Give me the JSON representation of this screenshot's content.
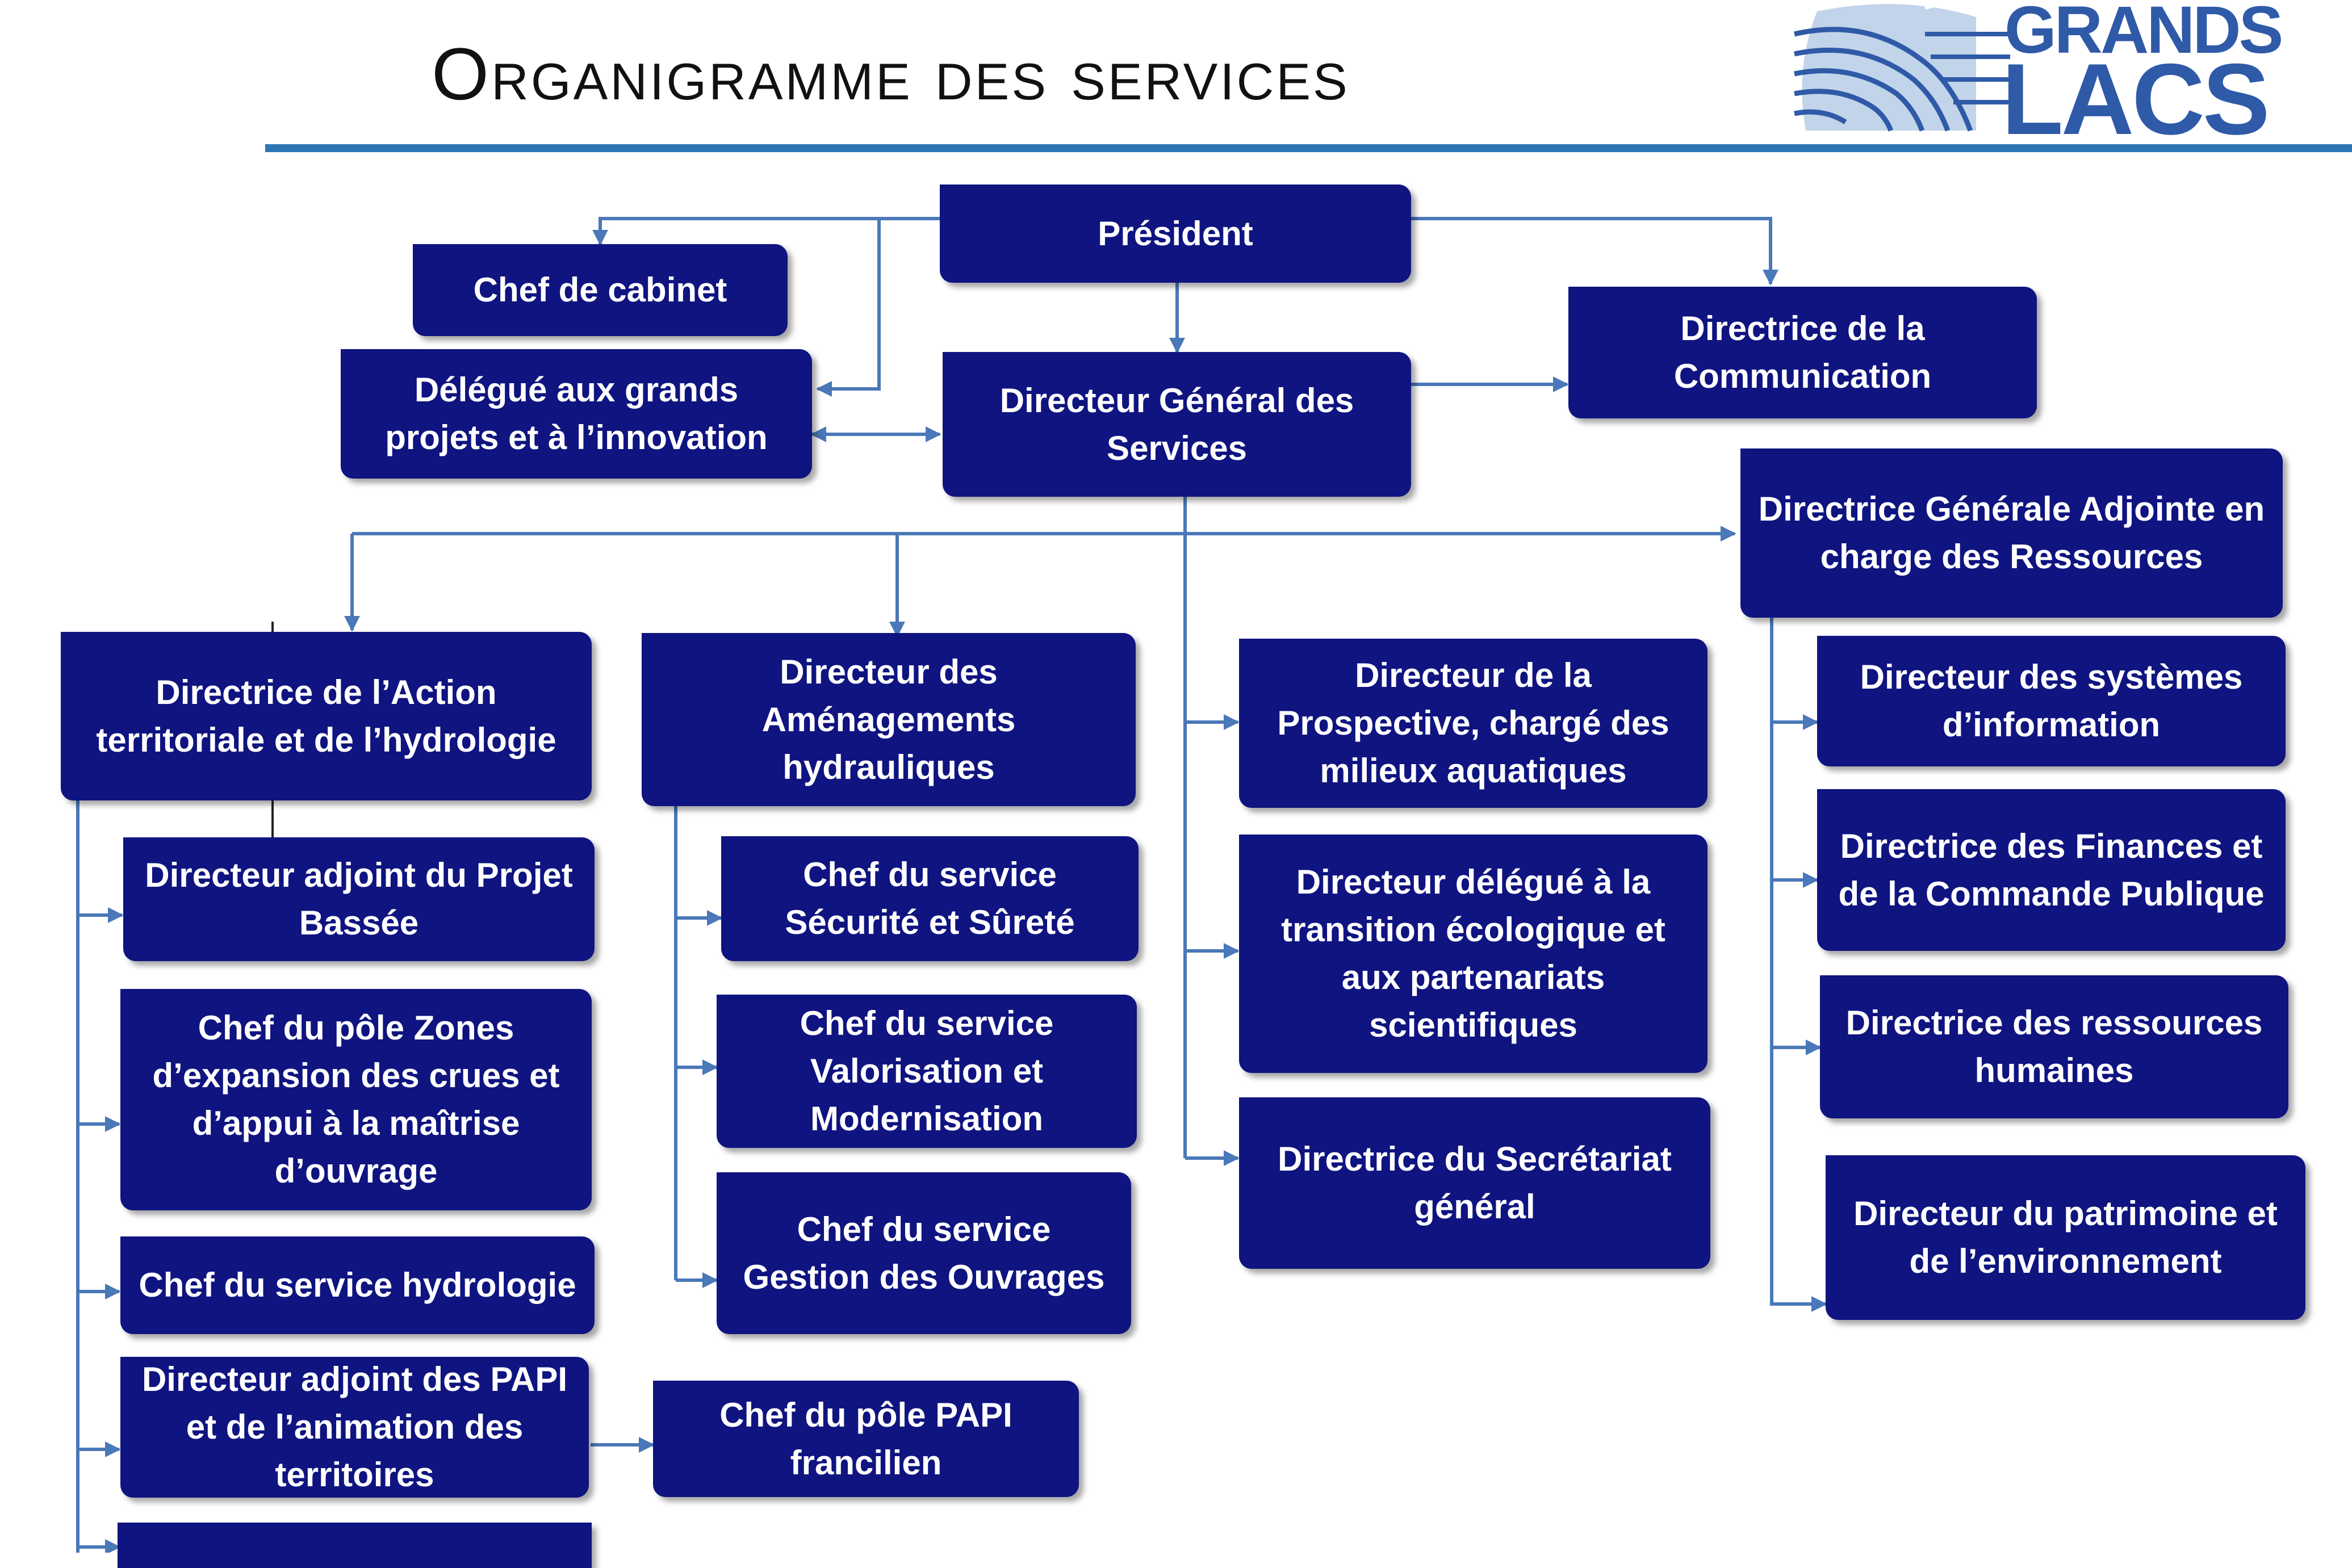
{
  "header": {
    "title": "Organigramme des services",
    "logo_text": "GRANDS LACS",
    "logo_lines": [
      "GRANDS",
      "LACS"
    ]
  },
  "colors": {
    "box_fill": "#0f1480",
    "box_text": "#ffffff",
    "connector": "#4a78b8",
    "title_rule": "#2e75b6",
    "logo": "#2f5aa8"
  },
  "nodes": {
    "president": "Président",
    "chef_cabinet": "Chef de cabinet",
    "delegue_projets": "Délégué aux grands projets et à l’innovation",
    "dgs": "Directeur Général des Services",
    "dir_communication": "Directrice de la Communication",
    "dga_ressources": "Directrice Générale Adjointe en charge des Ressources",
    "dir_action_territoriale": "Directrice de l’Action territoriale et de l’hydrologie",
    "dir_adj_bassee": "Directeur adjoint du Projet Bassée",
    "chef_pole_zec": "Chef du pôle Zones d’expansion des crues et d’appui à la maîtrise d’ouvrage",
    "chef_hydrologie": "Chef du service hydrologie",
    "dir_adj_papi": "Directeur adjoint des PAPI et de l’animation des territoires",
    "chef_pole_papi": "Chef du pôle PAPI francilien",
    "dir_amenagements": "Directeur des Aménagements hydrauliques",
    "chef_securite": "Chef du service Sécurité et Sûreté",
    "chef_valorisation": "Chef du service Valorisation et Modernisation",
    "chef_ouvrages": "Chef du service Gestion des Ouvrages",
    "dir_prospective": "Directeur de la Prospective, chargé des milieux aquatiques",
    "dir_transition": "Directeur délégué à la transition écologique et aux partenariats scientifiques",
    "dir_secretariat": "Directrice du Secrétariat général",
    "dir_si": "Directeur des systèmes d’information",
    "dir_finances": "Directrice des Finances et de la Commande Publique",
    "dir_rh": "Directrice des ressources humaines",
    "dir_patrimoine": "Directeur du patrimoine et de l’environnement",
    "partial_box": ""
  }
}
